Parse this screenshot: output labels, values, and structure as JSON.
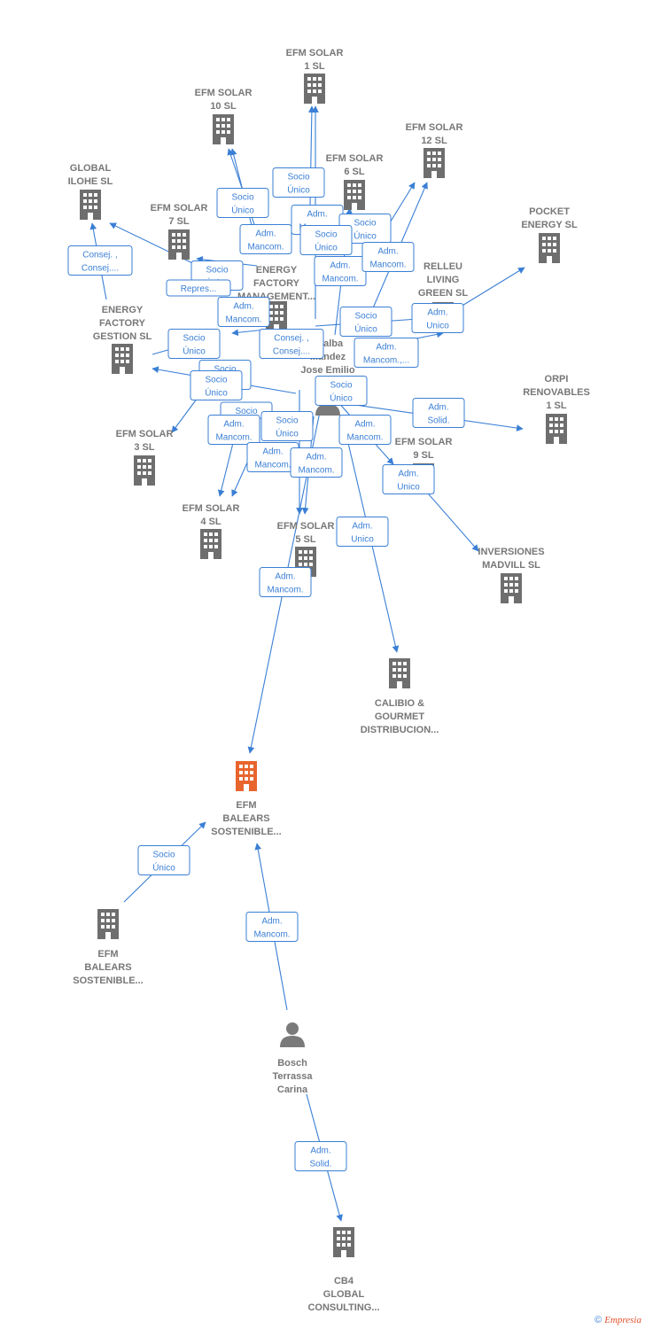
{
  "colors": {
    "edge": "#3a7fd5",
    "company": "#6e6e6e",
    "main_company": "#e8652e",
    "person": "#7a7a7a"
  },
  "nodes": [
    {
      "id": "efm1",
      "type": "company",
      "lines": [
        "EFM SOLAR",
        "1  SL"
      ]
    },
    {
      "id": "efm10",
      "type": "company",
      "lines": [
        "EFM SOLAR",
        "10  SL"
      ]
    },
    {
      "id": "efm12",
      "type": "company",
      "lines": [
        "EFM SOLAR",
        "12  SL"
      ]
    },
    {
      "id": "efm6",
      "type": "company",
      "lines": [
        "EFM SOLAR",
        "6  SL"
      ]
    },
    {
      "id": "global_ilohe",
      "type": "company",
      "lines": [
        "GLOBAL",
        "ILOHE  SL"
      ]
    },
    {
      "id": "efm7",
      "type": "company",
      "lines": [
        "EFM SOLAR",
        "7  SL"
      ]
    },
    {
      "id": "pocket",
      "type": "company",
      "lines": [
        "POCKET",
        "ENERGY  SL"
      ]
    },
    {
      "id": "efm_mgmt",
      "type": "company",
      "lines": [
        "ENERGY",
        "FACTORY",
        "MANAGEMENT..."
      ]
    },
    {
      "id": "relleu",
      "type": "company",
      "lines": [
        "RELLEU",
        "LIVING",
        "GREEN  SL"
      ]
    },
    {
      "id": "ef_gestion",
      "type": "company",
      "lines": [
        "ENERGY",
        "FACTORY",
        "GESTION  SL"
      ]
    },
    {
      "id": "person_main",
      "type": "person",
      "lines": [
        "...lalba",
        "...andez",
        "Jose Emilio"
      ]
    },
    {
      "id": "orpi",
      "type": "company",
      "lines": [
        "ORPI",
        "RENOVABLES",
        "1  SL"
      ]
    },
    {
      "id": "efm3",
      "type": "company",
      "lines": [
        "EFM SOLAR",
        "3  SL"
      ]
    },
    {
      "id": "efm9",
      "type": "company",
      "lines": [
        "EFM SOLAR",
        "9  SL"
      ]
    },
    {
      "id": "efm4",
      "type": "company",
      "lines": [
        "EFM SOLAR",
        "4  SL"
      ]
    },
    {
      "id": "efm5",
      "type": "company",
      "lines": [
        "EFM SOLAR",
        "5  SL"
      ]
    },
    {
      "id": "madvill",
      "type": "company",
      "lines": [
        "INVERSIONES",
        "MADVILL  SL"
      ]
    },
    {
      "id": "calibio",
      "type": "company",
      "lines": [
        "CALIBIO &",
        "GOURMET",
        "DISTRIBUCION..."
      ]
    },
    {
      "id": "efm_baleares_main",
      "type": "main",
      "lines": [
        "EFM",
        "BALEARS",
        "SOSTENIBLE..."
      ]
    },
    {
      "id": "efm_baleares2",
      "type": "company",
      "lines": [
        "EFM",
        "BALEARS",
        "SOSTENIBLE..."
      ]
    },
    {
      "id": "bosch",
      "type": "person",
      "lines": [
        "Bosch",
        "Terrassa",
        "Carina"
      ]
    },
    {
      "id": "cb4",
      "type": "company",
      "lines": [
        "CB4",
        "GLOBAL",
        "CONSULTING..."
      ]
    }
  ],
  "tags": [
    {
      "id": "t1",
      "lines": [
        "Socio",
        "Único"
      ]
    },
    {
      "id": "t2",
      "lines": [
        "Socio",
        "Único"
      ]
    },
    {
      "id": "t3",
      "lines": [
        "Adm.",
        "Mancom."
      ]
    },
    {
      "id": "t4",
      "lines": [
        "Adm.",
        "Mancom."
      ]
    },
    {
      "id": "t5",
      "lines": [
        "Socio",
        "Único"
      ]
    },
    {
      "id": "t6",
      "lines": [
        "Socio",
        "Único"
      ]
    },
    {
      "id": "t7",
      "lines": [
        "Adm.",
        "Mancom."
      ]
    },
    {
      "id": "t8",
      "lines": [
        "Adm.",
        "Mancom."
      ]
    },
    {
      "id": "t9",
      "lines": [
        "Consej. ,",
        "Consej...."
      ]
    },
    {
      "id": "t10",
      "lines": [
        "Socio",
        "Único"
      ]
    },
    {
      "id": "t11",
      "lines": [
        "Repres..."
      ]
    },
    {
      "id": "t12",
      "lines": [
        "Adm.",
        "Mancom."
      ]
    },
    {
      "id": "t13",
      "lines": [
        "Socio",
        "Único"
      ]
    },
    {
      "id": "t14",
      "lines": [
        "Adm.",
        "Unico"
      ]
    },
    {
      "id": "t15",
      "lines": [
        "Socio",
        "Único"
      ]
    },
    {
      "id": "t16",
      "lines": [
        "Consej. ,",
        "Consej...."
      ]
    },
    {
      "id": "t17",
      "lines": [
        "Adm.",
        "Mancom.,..."
      ]
    },
    {
      "id": "t18",
      "lines": [
        "Socio",
        "Único"
      ]
    },
    {
      "id": "t19",
      "lines": [
        "Socio",
        "Único"
      ]
    },
    {
      "id": "t20",
      "lines": [
        "Socio",
        "Único"
      ]
    },
    {
      "id": "t21",
      "lines": [
        "Socio"
      ]
    },
    {
      "id": "t22",
      "lines": [
        "Adm.",
        "Solid."
      ]
    },
    {
      "id": "t23",
      "lines": [
        "Adm.",
        "Mancom."
      ]
    },
    {
      "id": "t24",
      "lines": [
        "Socio",
        "Único"
      ]
    },
    {
      "id": "t25",
      "lines": [
        "Adm.",
        "Mancom."
      ]
    },
    {
      "id": "t26",
      "lines": [
        "Adm.",
        "Mancom."
      ]
    },
    {
      "id": "t27",
      "lines": [
        "Adm.",
        "Mancom."
      ]
    },
    {
      "id": "t28",
      "lines": [
        "Adm.",
        "Unico"
      ]
    },
    {
      "id": "t29",
      "lines": [
        "Adm.",
        "Unico"
      ]
    },
    {
      "id": "t30",
      "lines": [
        "Adm.",
        "Mancom."
      ]
    },
    {
      "id": "t31",
      "lines": [
        "Socio",
        "Único"
      ]
    },
    {
      "id": "t32",
      "lines": [
        "Adm.",
        "Mancom."
      ]
    },
    {
      "id": "t33",
      "lines": [
        "Adm.",
        "Solid."
      ]
    }
  ],
  "footer": {
    "copyright": "©",
    "brand": "Empresia"
  }
}
